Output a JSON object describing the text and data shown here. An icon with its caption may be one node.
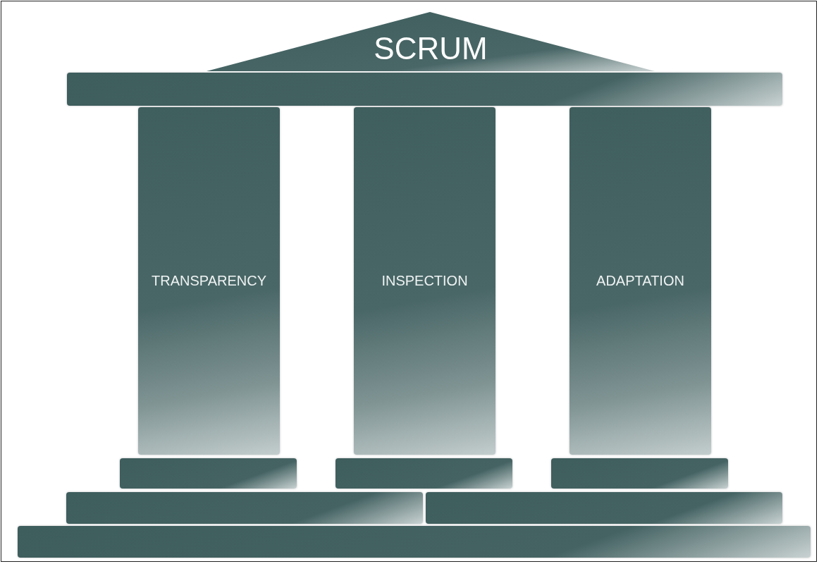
{
  "diagram": {
    "nodes": [
      {
        "text": [
          "SCRUM"
        ]
      },
      {
        "text": [],
        "shape": "bar"
      },
      {
        "text": [
          "TRANSPARENCY"
        ]
      },
      {
        "text": [
          "INSPECTION"
        ]
      },
      {
        "text": [
          "ADAPTATION"
        ]
      },
      {
        "text": [],
        "shape": "bar"
      },
      {
        "text": [],
        "shape": "bar"
      },
      {
        "text": [],
        "shape": "bar"
      },
      {
        "text": [],
        "shape": "bar"
      },
      {
        "text": [],
        "shape": "bar"
      },
      {
        "text": [],
        "shape": "bar"
      }
    ]
  }
}
